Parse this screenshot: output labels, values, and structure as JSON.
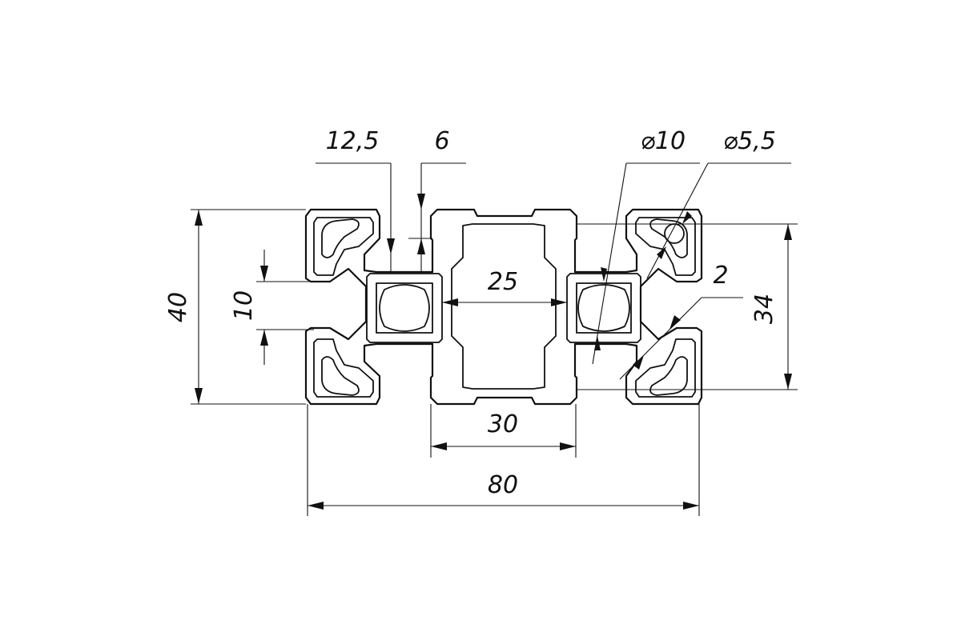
{
  "drawing": {
    "dimensions": {
      "overall_width": "80",
      "overall_height": "40",
      "slot_width_top": "12,5",
      "slot_depth": "6",
      "center_hole_diameter": "⌀10",
      "corner_hole_diameter": "⌀5,5",
      "slot_opening": "10",
      "inner_cavity_width": "25",
      "bottom_cavity_width": "30",
      "inner_height": "34",
      "wall_thickness": "2"
    }
  }
}
